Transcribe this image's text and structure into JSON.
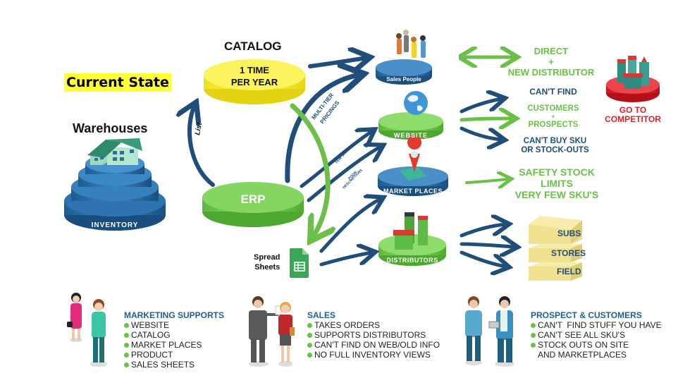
{
  "heading": {
    "current_state": "Current State",
    "warehouses": "Warehouses",
    "catalog": "CATALOG"
  },
  "nodes": {
    "catalog_disc": "1 TIME\nPER YEAR",
    "catalog_line1": "1 TIME",
    "catalog_line2": "PER YEAR",
    "erp": "ERP",
    "inventory": "INVENTORY",
    "sales_people": "Sales People",
    "website": "WEBSITE",
    "market_places": "MARKET PLACES",
    "distributors": "DISTRIBUTORS",
    "spreadsheets_line1": "Spread",
    "spreadsheets_line2": "Sheets"
  },
  "arrow_labels": {
    "list": "List",
    "multi_tier_1": "MULTI-TIER",
    "multi_tier_2": "PRICINGS",
    "few_skus": "FEW SKU'S",
    "poor_1": "POOR",
    "poor_2": "DESCRIPTIONS"
  },
  "outcomes": {
    "direct": "DIRECT",
    "plus1": "+",
    "new_distributor": "NEW DISTRIBUTOR",
    "cant_find": "CAN'T FIND",
    "customers": "CUSTOMERS",
    "plus2": "+",
    "prospects": "PROSPECTS",
    "cant_buy_1": "CAN'T BUY SKU",
    "cant_buy_2": "OR STOCK-OUTS",
    "go_to_1": "GO TO",
    "go_to_2": "COMPETITOR",
    "safety_1": "SAFETY STOCK",
    "safety_2": "LIMITS",
    "safety_3": "VERY FEW SKU'S"
  },
  "boxes": [
    "SUBS",
    "STORES",
    "FIELD"
  ],
  "panels": [
    {
      "title": "MARKETING SUPPORTS",
      "items": [
        "WEBSITE",
        "CATALOG",
        "MARKET PLACES",
        "PRODUCT",
        "SALES SHEETS"
      ]
    },
    {
      "title": "SALES",
      "items": [
        "TAKES ORDERS",
        "SUPPORTS DISTRIBUTORS",
        "CAN'T FIND ON WEB/OLD INFO",
        "NO FULL INVENTORY VIEWS"
      ]
    },
    {
      "title": "PROSPECT & CUSTOMERS",
      "items": [
        "CAN'T  FIND STUFF YOU HAVE",
        "CAN'T SEE ALL SKU'S",
        "STOCK OUTS ON SITE"
      ],
      "continuation": "AND MARKETPLACES"
    }
  ],
  "colors": {
    "blue": "#1e4e79",
    "green": "#6cc04a",
    "yellow": "#f5ef3a",
    "red": "#e0202a",
    "box_yellow": "#f2e48c"
  }
}
